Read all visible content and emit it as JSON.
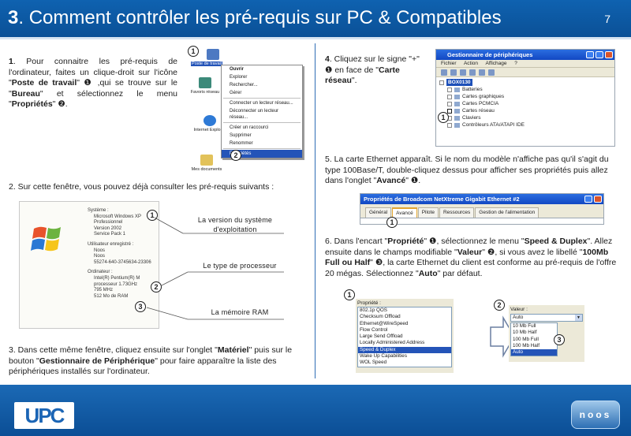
{
  "header": {
    "title_number": "3",
    "title_text": ". Comment contrôler les pré-requis sur PC & Compatibles",
    "page_number": "7"
  },
  "markers": {
    "m1": "❶",
    "m2": "❷",
    "m3": "❸",
    "c1": "1",
    "c2": "2",
    "c3": "3"
  },
  "step1": {
    "num": "1",
    "t1": ". Pour connaitre les pré-requis de l'ordinateur, faites un clique-droit sur l'icône \"",
    "poste": "Poste de travail",
    "t2": "\" ❶ ,qui se trouve sur le \"",
    "bureau": "Bureau",
    "t3": "\" et sélectionnez le menu \"",
    "proprietes": "Propriétés",
    "t4": "\" ❷."
  },
  "desktop": {
    "icon_poste": "Poste de travail",
    "icon_favoris": "Favoris réseau",
    "icon_ie": "Internet Explorer",
    "icon_docs": "Mes documents",
    "menu": [
      "Ouvrir",
      "Explorer",
      "Rechercher...",
      "Gérer",
      "Connecter un lecteur réseau...",
      "Déconnecter un lecteur réseau...",
      "Créer un raccourci",
      "Supprimer",
      "Renommer",
      "Propriétés"
    ]
  },
  "step2": {
    "text": "2. Sur cette fenêtre, vous pouvez déjà consulter les pré-requis suivants :"
  },
  "sysprops": {
    "systeme_h": "Système :",
    "systeme": [
      "Microsoft Windows XP",
      "Professionnel",
      "Version 2002",
      "Service Pack 1"
    ],
    "user_h": "Utilisateur enregistré :",
    "user": [
      "Noos",
      "Noos",
      "55274-640-3745634-23306"
    ],
    "pc_h": "Ordinateur :",
    "pc": [
      "Intel(R) Pentium(R) M",
      "processeur 1.73GHz",
      "795 MHz",
      "512 Mo de RAM"
    ]
  },
  "captions": {
    "os": "La version du système d'exploitation",
    "cpu": "Le type de processeur",
    "ram": "La mémoire RAM"
  },
  "step3": {
    "t1": "3. Dans cette même fenêtre, cliquez ensuite sur l'onglet \"",
    "materiel": "Matériel",
    "t2": "\" puis sur le bouton \"",
    "gest": "Gestionnaire de Périphérique",
    "t3": "\" pour faire apparaître la liste des périphériques installés sur l'ordinateur."
  },
  "step4": {
    "num": "4",
    "t1": ". Cliquez sur le signe \"+\" ❶ en face de \"",
    "carte": "Carte réseau",
    "t2": "\"."
  },
  "devmgr": {
    "title": "Gestionnaire de périphériques",
    "menus": [
      "Fichier",
      "Action",
      "Affichage",
      "?"
    ],
    "root": "BOX0130",
    "items": [
      "Batteries",
      "Cartes graphiques",
      "Cartes PCMCIA",
      "Cartes réseau",
      "Claviers",
      "Contrôleurs ATA/ATAPI IDE"
    ]
  },
  "step5": {
    "t1": "5. La carte Ethernet apparaît. Si le nom du modèle n'affiche pas qu'il s'agit du type 100Base/T, double-cliquez dessus pour afficher ses propriétés puis allez dans l'onglet \"",
    "avance": "Avancé",
    "t2": "\" ❶."
  },
  "broadcom": {
    "title": "Propriétés de Broadcom NetXtreme Gigabit Ethernet #2",
    "tabs": [
      "Général",
      "Avancé",
      "Pilote",
      "Ressources",
      "Gestion de l'alimentation"
    ]
  },
  "step6": {
    "t1": "6. Dans l'encart \"",
    "prop": "Propriété",
    "t2": "\" ❶, sélectionnez le menu \"",
    "speed": "Speed & Duplex",
    "t3": "\". Allez ensuite dans le champs modifiable \"",
    "valeur": "Valeur",
    "t4": "\" ❷, si vous avez le libellé \"",
    "libelle": "100Mb Full ou Half",
    "t5": "\" ❸, la carte Ethernet du client est conforme au pré-requis de l'offre 20 mégas. Sélectionnez \"",
    "auto": "Auto",
    "t6": "\" par défaut."
  },
  "advanced": {
    "prop_label": "Propriété :",
    "props": [
      "802.1p QOS",
      "Checksum Offload",
      "Ethernet@WireSpeed",
      "Flow Control",
      "Large Send Offload",
      "Locally Administered Address",
      "Speed & Duplex",
      "Wake Up Capabilities",
      "WOL Speed"
    ],
    "valeur_label": "Valeur :",
    "valeur_current": "Auto",
    "valeurs": [
      "10 Mb Full",
      "10 Mb Half",
      "100 Mb Full",
      "100 Mb Half",
      "Auto"
    ]
  },
  "footer": {
    "upc": "UPC",
    "noos": "noos"
  }
}
